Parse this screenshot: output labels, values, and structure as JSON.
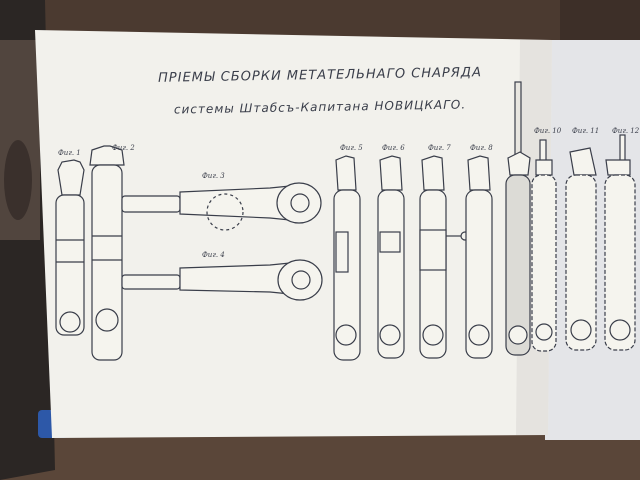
{
  "photo": {
    "title": "ПРІЕМЫ СБОРКИ МЕТАТЕЛЬНАГО СНАРЯДА",
    "subtitle": "системы Штабсъ-Капитана НОВИЦКАГО.",
    "figure_labels": [
      "Фиг. 1",
      "Фиг. 2",
      "Фиг. 3",
      "Фиг. 4",
      "Фиг. 5",
      "Фиг. 6",
      "Фиг. 7",
      "Фиг. 8",
      "Фиг. 10",
      "Фиг. 11",
      "Фиг. 12"
    ]
  },
  "colors": {
    "background": "#4a3a31",
    "page": "#f2f1ec",
    "ink": "#3a3e4a"
  }
}
